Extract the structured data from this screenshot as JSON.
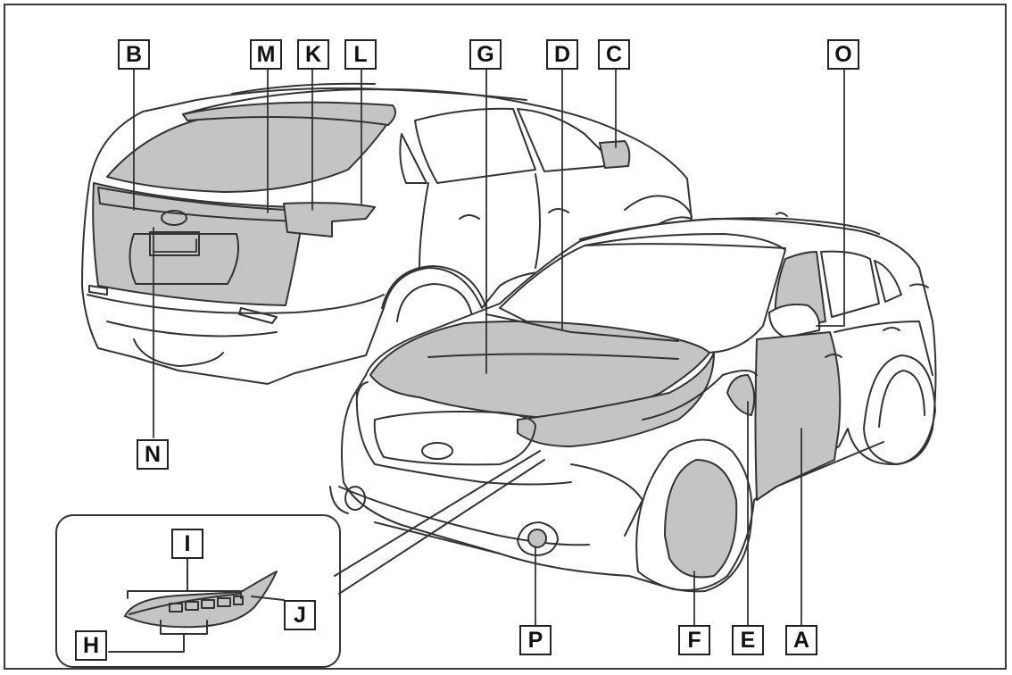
{
  "diagram": {
    "callouts": {
      "A": "A",
      "B": "B",
      "C": "C",
      "D": "D",
      "E": "E",
      "F": "F",
      "G": "G",
      "H": "H",
      "I": "I",
      "J": "J",
      "K": "K",
      "L": "L",
      "M": "M",
      "N": "N",
      "O": "O",
      "P": "P"
    }
  },
  "colors": {
    "highlight_fill": "#c4c4c4",
    "line": "#333333",
    "background": "#ffffff"
  }
}
